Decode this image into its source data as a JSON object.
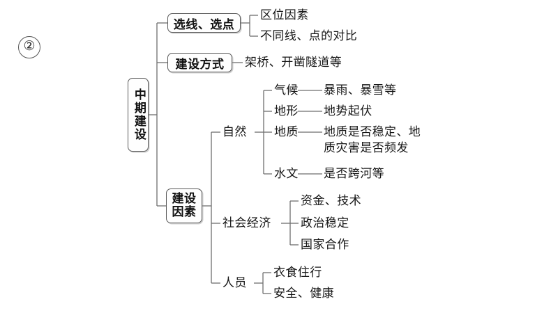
{
  "page": {
    "marker_label": "②",
    "background_color": "#ffffff",
    "line_color": "#6e6e6e",
    "text_color": "#161616"
  },
  "diagram": {
    "type": "tree",
    "root": {
      "label": "中期建设",
      "style": "vertical-box"
    },
    "branches": [
      {
        "label": "选线、选点",
        "style": "box",
        "children": [
          {
            "label": "区位因素"
          },
          {
            "label": "不同线、点的对比"
          }
        ]
      },
      {
        "label": "建设方式",
        "style": "box",
        "children": [
          {
            "label": "架桥、开凿隧道等",
            "connector": "dash"
          }
        ]
      },
      {
        "label": "建设因素",
        "style": "box-2x2",
        "box_text": "建设\n因素",
        "children": [
          {
            "label": "自然",
            "children": [
              {
                "label": "气候",
                "connector": "dash",
                "value": "暴雨、暴雪等"
              },
              {
                "label": "地形",
                "connector": "dash",
                "value": "地势起伏"
              },
              {
                "label": "地质",
                "connector": "dash",
                "value": "地质是否稳定、地\n质灾害是否频发"
              },
              {
                "label": "水文",
                "connector": "dash",
                "value": "是否跨河等"
              }
            ]
          },
          {
            "label": "社会经济",
            "children": [
              {
                "label": "资金、技术"
              },
              {
                "label": "政治稳定"
              },
              {
                "label": "国家合作"
              }
            ]
          },
          {
            "label": "人员",
            "children": [
              {
                "label": "衣食住行"
              },
              {
                "label": "安全、健康"
              }
            ]
          }
        ]
      }
    ]
  }
}
